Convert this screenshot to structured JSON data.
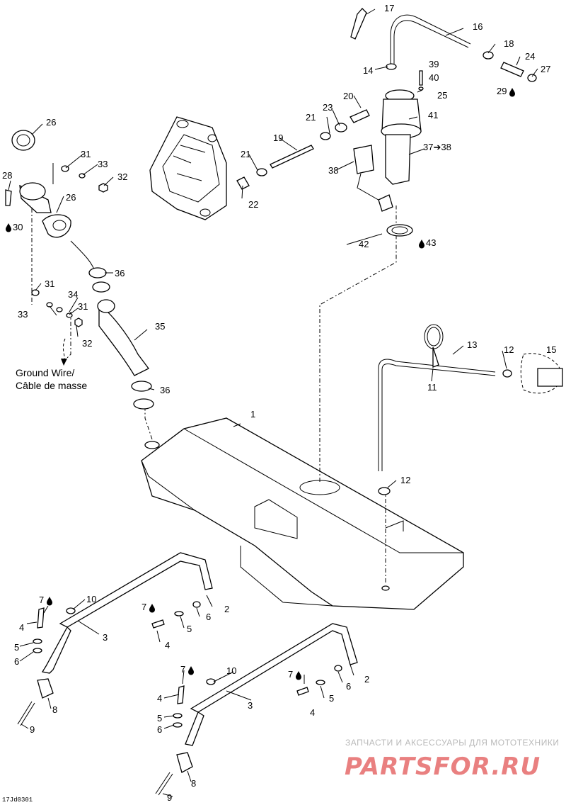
{
  "diagram": {
    "reference_code": "17Jd0301",
    "notes": {
      "ground_wire_line1": "Ground Wire/",
      "ground_wire_line2": "Câble de masse"
    },
    "labels": {
      "l1": "1",
      "l2a": "2",
      "l2b": "2",
      "l3a": "3",
      "l3b": "3",
      "l4a": "4",
      "l4b": "4",
      "l4c": "4",
      "l4d": "4",
      "l5a": "5",
      "l5b": "5",
      "l5c": "5",
      "l5d": "5",
      "l6a": "6",
      "l6b": "6",
      "l6c": "6",
      "l6d": "6",
      "l7a": "7",
      "l7b": "7",
      "l7c": "7",
      "l7d": "7",
      "l8a": "8",
      "l8b": "8",
      "l9a": "9",
      "l9b": "9",
      "l10a": "10",
      "l10b": "10",
      "l11": "11",
      "l12a": "12",
      "l12b": "12",
      "l13": "13",
      "l14": "14",
      "l15": "15",
      "l16": "16",
      "l17": "17",
      "l18": "18",
      "l19": "19",
      "l20": "20",
      "l21a": "21",
      "l21b": "21",
      "l22": "22",
      "l23": "23",
      "l24": "24",
      "l25": "25",
      "l26a": "26",
      "l26b": "26",
      "l27": "27",
      "l28": "28",
      "l29": "29",
      "l30": "30",
      "l31a": "31",
      "l31b": "31",
      "l31c": "31",
      "l32a": "32",
      "l32b": "32",
      "l33a": "33",
      "l33b": "33",
      "l34": "34",
      "l35": "35",
      "l36a": "36",
      "l36b": "36",
      "l37": "37➔38",
      "l38": "38",
      "l39": "39",
      "l40": "40",
      "l41": "41",
      "l42": "42",
      "l43": "43"
    },
    "icons": [
      "oil-drop-icon",
      "arrow-icon"
    ]
  },
  "watermark": {
    "tagline": "ЗАПЧАСТИ И АКСЕССУАРЫ ДЛЯ МОТОТЕХНИКИ",
    "brand": "PARTSFOR.RU",
    "brand_color": "#d81a1a"
  }
}
